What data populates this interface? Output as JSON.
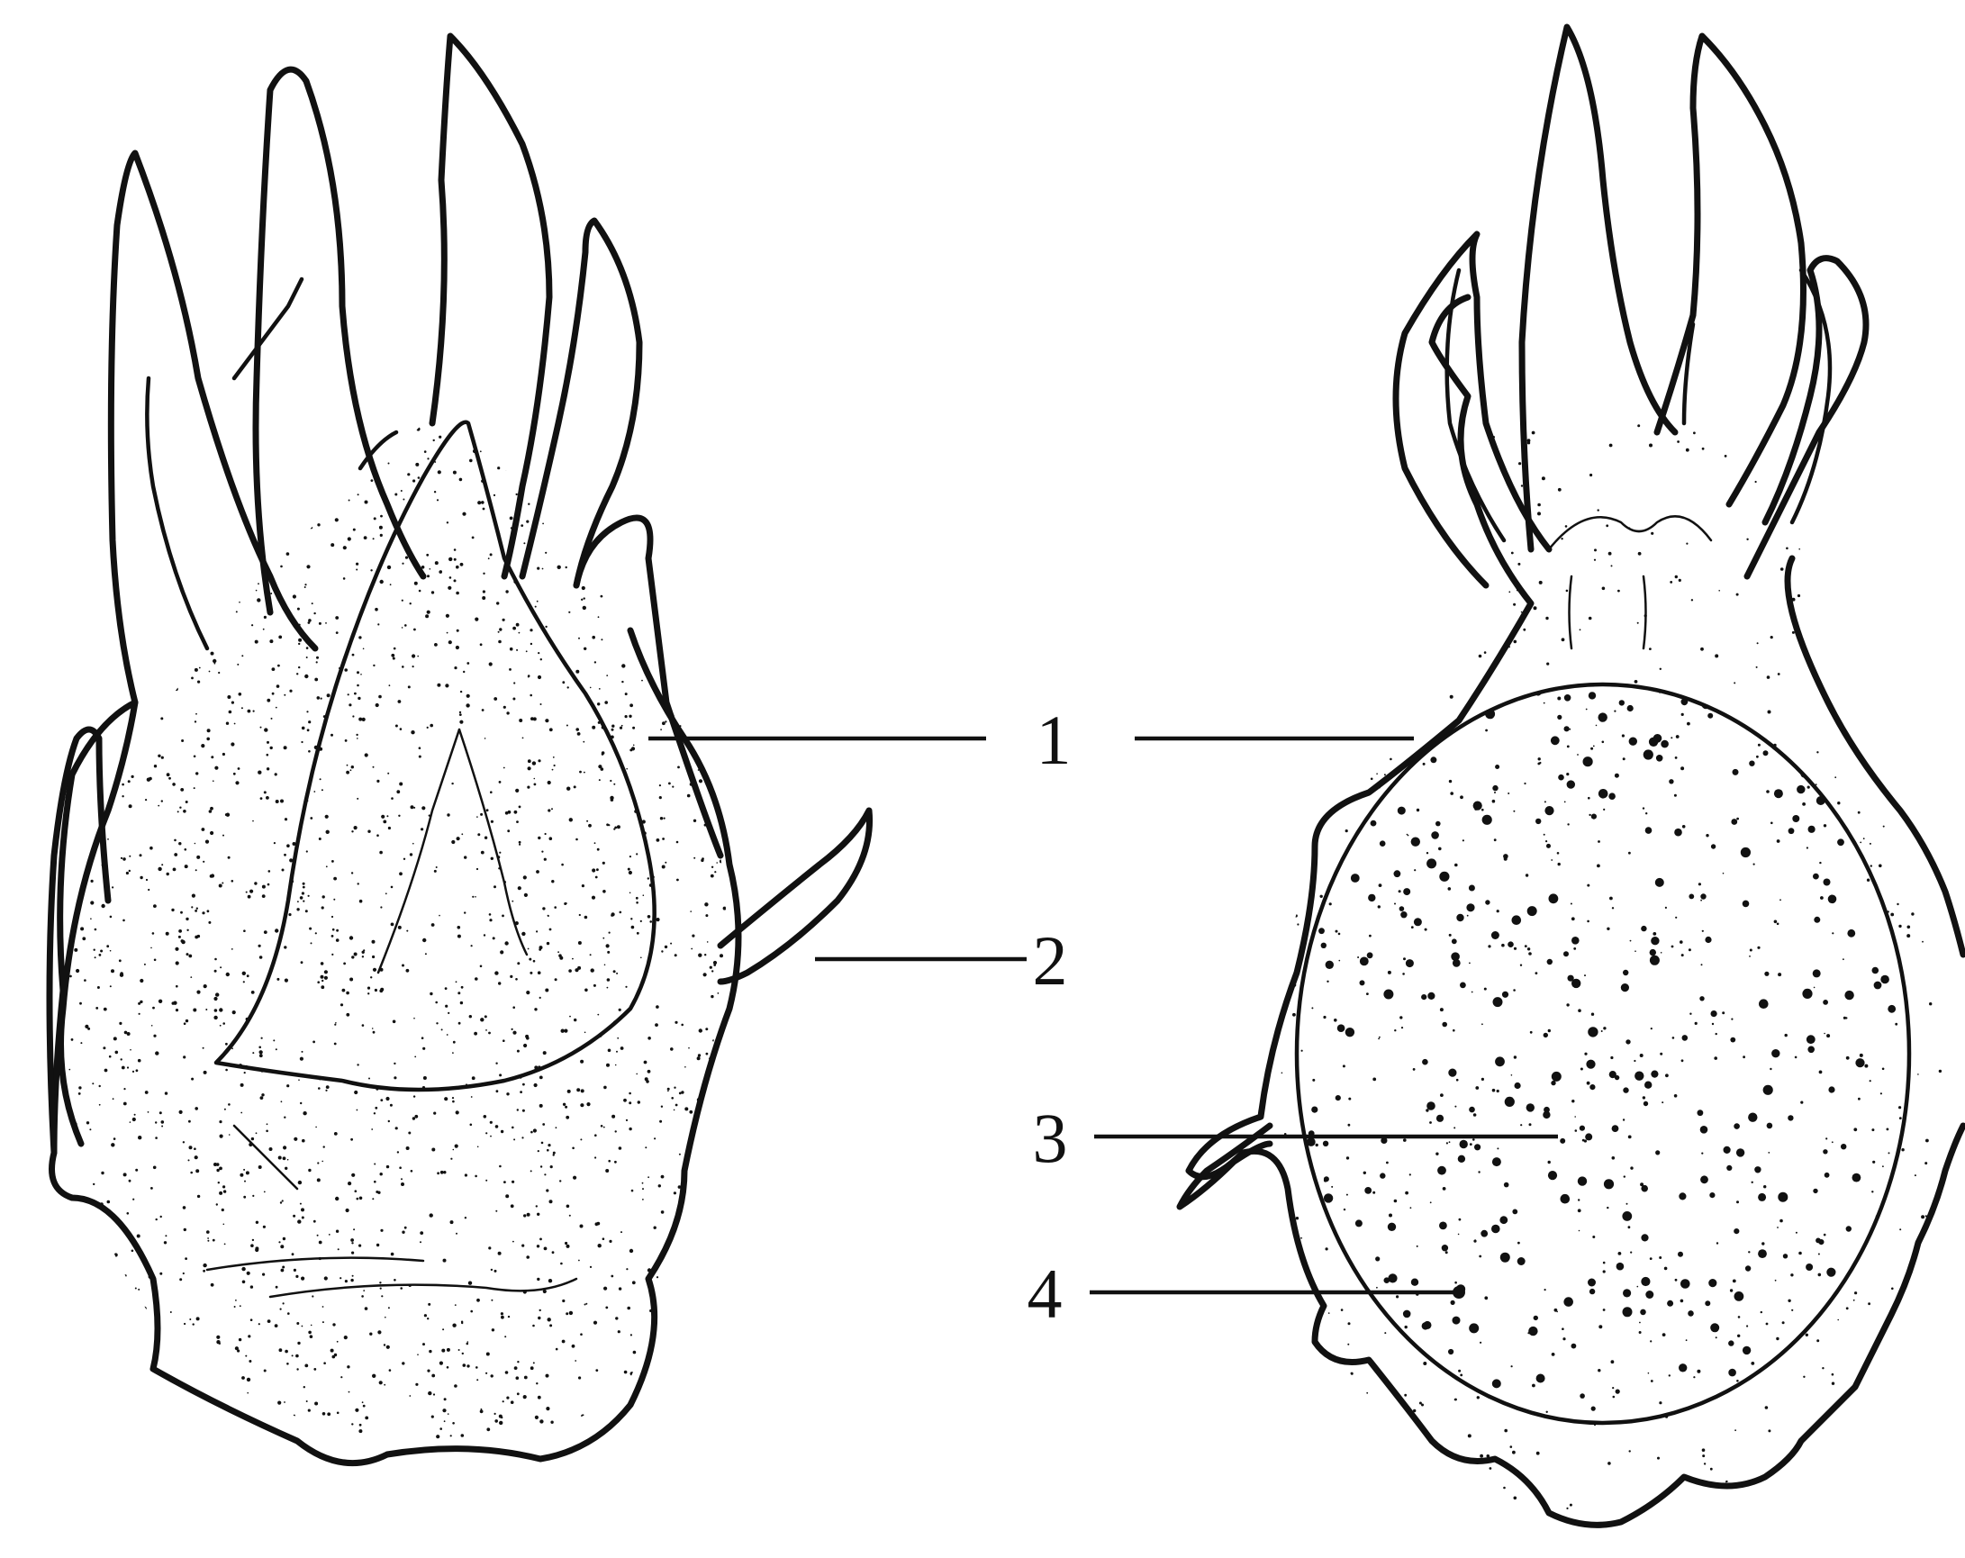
{
  "labels": [
    {
      "id": "1",
      "text": "1"
    },
    {
      "id": "2",
      "text": "2"
    },
    {
      "id": "3",
      "text": "3"
    },
    {
      "id": "4",
      "text": "4"
    }
  ],
  "colors": {
    "ink": "#111111",
    "paper": "#ffffff"
  }
}
